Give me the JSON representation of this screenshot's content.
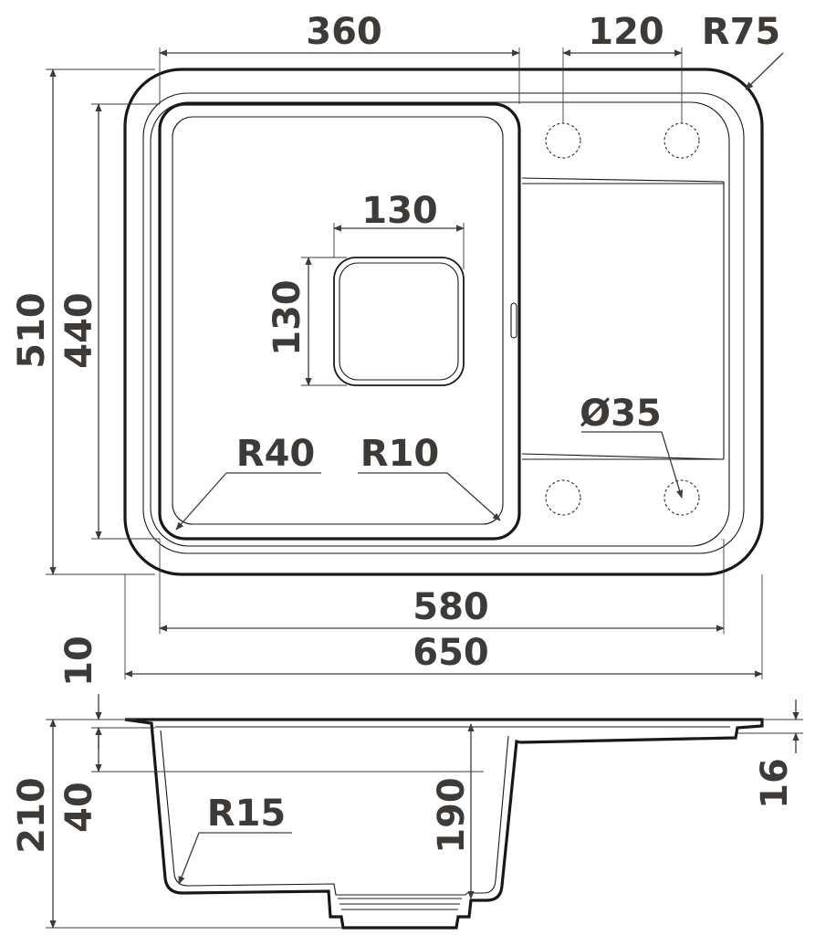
{
  "dimensions": {
    "top_width": "360",
    "hole_spacing": "120",
    "corner_radius": "R75",
    "drain_width": "130",
    "drain_height": "130",
    "total_depth": "510",
    "bowl_depth": "440",
    "hole_diameter": "Ø35",
    "bowl_corner_radius": "R40",
    "inner_corner_radius": "R10",
    "bowl_width": "580",
    "total_width": "650",
    "rim_thickness": "10",
    "total_height": "210",
    "rim_drop": "40",
    "bowl_height": "190",
    "bottom_radius": "R15",
    "drainer_thickness": "16"
  },
  "colors": {
    "line": "#1c1714",
    "text": "#3d3a38",
    "background": "#ffffff"
  }
}
